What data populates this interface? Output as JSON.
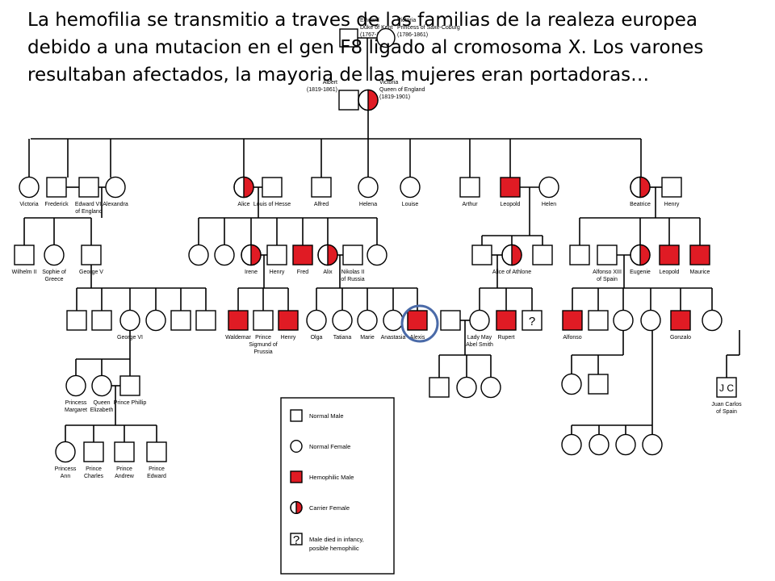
{
  "caption": "La hemofilia se transmitio a traves de las familias de la realeza europea debido a una mutacion en el gen F8 ligado al cromosoma X. Los varones resultaban afectados, la mayoria de las mujeres eran portadoras…",
  "colors": {
    "hemophilic": "#e01b24",
    "line": "#000000",
    "highlight": "#4a6aa8"
  },
  "people": [
    {
      "id": "edward_kent",
      "sex": "male",
      "status": "normal",
      "lines": [
        "Edward",
        "Duke of Kent",
        "(1767-1820)"
      ]
    },
    {
      "id": "victoria_saxe",
      "sex": "female",
      "status": "normal",
      "lines": [
        "Victoria",
        "Princess of Saxe-Coburg",
        "(1786-1861)"
      ]
    },
    {
      "id": "albert",
      "sex": "male",
      "status": "normal",
      "lines": [
        "Albert",
        "(1819-1861)"
      ]
    },
    {
      "id": "queen_victoria",
      "sex": "female",
      "status": "carrier",
      "lines": [
        "Victoria",
        "Queen of England",
        "(1819-1901)"
      ]
    },
    {
      "id": "victoria_g2",
      "sex": "female",
      "status": "normal",
      "lines": [
        "Victoria"
      ]
    },
    {
      "id": "frederick",
      "sex": "male",
      "status": "normal",
      "lines": [
        "Frederick"
      ]
    },
    {
      "id": "edward_vii",
      "sex": "male",
      "status": "normal",
      "lines": [
        "Edward VII",
        "of England"
      ]
    },
    {
      "id": "alexandra",
      "sex": "female",
      "status": "normal",
      "lines": [
        "Alexandra"
      ]
    },
    {
      "id": "alice",
      "sex": "female",
      "status": "carrier",
      "lines": [
        "Alice"
      ]
    },
    {
      "id": "louis_hesse",
      "sex": "male",
      "status": "normal",
      "lines": [
        "Louis of Hesse"
      ]
    },
    {
      "id": "alfred",
      "sex": "male",
      "status": "normal",
      "lines": [
        "Alfred"
      ]
    },
    {
      "id": "helena",
      "sex": "female",
      "status": "normal",
      "lines": [
        "Helena"
      ]
    },
    {
      "id": "louise",
      "sex": "female",
      "status": "normal",
      "lines": [
        "Louise"
      ]
    },
    {
      "id": "arthur",
      "sex": "male",
      "status": "normal",
      "lines": [
        "Arthur"
      ]
    },
    {
      "id": "leopold_g2",
      "sex": "male",
      "status": "hemophilic",
      "lines": [
        "Leopold"
      ]
    },
    {
      "id": "helen",
      "sex": "female",
      "status": "normal",
      "lines": [
        "Helen"
      ]
    },
    {
      "id": "beatrice",
      "sex": "female",
      "status": "carrier",
      "lines": [
        "Beatrice"
      ]
    },
    {
      "id": "henry_g2",
      "sex": "male",
      "status": "normal",
      "lines": [
        "Henry"
      ]
    },
    {
      "id": "wilhelm_ii",
      "sex": "male",
      "status": "normal",
      "lines": [
        "Wilhelm II"
      ]
    },
    {
      "id": "sophie",
      "sex": "female",
      "status": "normal",
      "lines": [
        "Sophie of",
        "Greece"
      ]
    },
    {
      "id": "george_v",
      "sex": "male",
      "status": "normal",
      "lines": [
        "George V"
      ]
    },
    {
      "id": "alice_c1",
      "sex": "female",
      "status": "normal",
      "lines": []
    },
    {
      "id": "alice_c2",
      "sex": "female",
      "status": "normal",
      "lines": []
    },
    {
      "id": "irene",
      "sex": "female",
      "status": "carrier",
      "lines": [
        "Irene"
      ]
    },
    {
      "id": "henry_g3",
      "sex": "male",
      "status": "normal",
      "lines": [
        "Henry"
      ]
    },
    {
      "id": "fred",
      "sex": "male",
      "status": "hemophilic",
      "lines": [
        "Fred"
      ]
    },
    {
      "id": "alix",
      "sex": "female",
      "status": "carrier",
      "lines": [
        "Alix"
      ]
    },
    {
      "id": "nicholas_ii",
      "sex": "male",
      "status": "normal",
      "lines": [
        "Nikolas II",
        "of Russia"
      ]
    },
    {
      "id": "alice_c3",
      "sex": "female",
      "status": "normal",
      "lines": []
    },
    {
      "id": "leo_c1",
      "sex": "male",
      "status": "normal",
      "lines": []
    },
    {
      "id": "alice_athlone",
      "sex": "female",
      "status": "carrier",
      "lines": [
        "Alice of Athlone"
      ]
    },
    {
      "id": "athlone_sp",
      "sex": "male",
      "status": "normal",
      "lines": []
    },
    {
      "id": "bea_c1",
      "sex": "male",
      "status": "normal",
      "lines": []
    },
    {
      "id": "alfonso_xiii",
      "sex": "male",
      "status": "normal",
      "lines": [
        "Alfonso XIII",
        "of Spain"
      ]
    },
    {
      "id": "eugenie",
      "sex": "female",
      "status": "carrier",
      "lines": [
        "Eugenie"
      ]
    },
    {
      "id": "leopold_g3",
      "sex": "male",
      "status": "hemophilic",
      "lines": [
        "Leopold"
      ]
    },
    {
      "id": "maurice",
      "sex": "male",
      "status": "hemophilic",
      "lines": [
        "Maurice"
      ]
    },
    {
      "id": "gv_c1",
      "sex": "male",
      "status": "normal",
      "lines": []
    },
    {
      "id": "gv_c2",
      "sex": "male",
      "status": "normal",
      "lines": []
    },
    {
      "id": "george_vi",
      "sex": "female",
      "status": "normal",
      "lines": [
        "George VI"
      ]
    },
    {
      "id": "gv_c4",
      "sex": "female",
      "status": "normal",
      "lines": []
    },
    {
      "id": "gv_c5",
      "sex": "male",
      "status": "normal",
      "lines": []
    },
    {
      "id": "gv_c6",
      "sex": "male",
      "status": "normal",
      "lines": []
    },
    {
      "id": "gv_c7",
      "sex": "male",
      "status": "normal",
      "lines": []
    },
    {
      "id": "waldemar",
      "sex": "male",
      "status": "hemophilic",
      "lines": [
        "Waldemar"
      ]
    },
    {
      "id": "sigmund",
      "sex": "male",
      "status": "normal",
      "lines": [
        "Prince",
        "Sigmund of",
        "Prussia"
      ]
    },
    {
      "id": "henry_g4",
      "sex": "male",
      "status": "hemophilic",
      "lines": [
        "Henry"
      ]
    },
    {
      "id": "olga",
      "sex": "female",
      "status": "normal",
      "lines": [
        "Olga"
      ]
    },
    {
      "id": "tatiana",
      "sex": "female",
      "status": "normal",
      "lines": [
        "Tatiana"
      ]
    },
    {
      "id": "marie",
      "sex": "female",
      "status": "normal",
      "lines": [
        "Marie"
      ]
    },
    {
      "id": "anastasia",
      "sex": "female",
      "status": "normal",
      "lines": [
        "Anastasia"
      ]
    },
    {
      "id": "alexis",
      "sex": "male",
      "status": "hemophilic",
      "lines": [
        "Alexis"
      ]
    },
    {
      "id": "abel_smith_sp",
      "sex": "male",
      "status": "normal",
      "lines": []
    },
    {
      "id": "lady_may",
      "sex": "female",
      "status": "normal",
      "lines": [
        "Lady May",
        "Abel Smith"
      ]
    },
    {
      "id": "rupert",
      "sex": "male",
      "status": "hemophilic",
      "lines": [
        "Rupert"
      ]
    },
    {
      "id": "unknown_male",
      "sex": "male",
      "status": "unknown",
      "lines": []
    },
    {
      "id": "alfonso",
      "sex": "male",
      "status": "hemophilic",
      "lines": [
        "Alfonso"
      ]
    },
    {
      "id": "sp_c2",
      "sex": "male",
      "status": "normal",
      "lines": []
    },
    {
      "id": "sp_c3",
      "sex": "female",
      "status": "normal",
      "lines": []
    },
    {
      "id": "sp_c4",
      "sex": "female",
      "status": "normal",
      "lines": []
    },
    {
      "id": "gonzalo",
      "sex": "male",
      "status": "hemophilic",
      "lines": [
        "Gonzalo"
      ]
    },
    {
      "id": "sp_c6",
      "sex": "female",
      "status": "normal",
      "lines": []
    },
    {
      "id": "margaret",
      "sex": "female",
      "status": "normal",
      "lines": [
        "Princess",
        "Margaret"
      ]
    },
    {
      "id": "elizabeth",
      "sex": "female",
      "status": "normal",
      "lines": [
        "Queen",
        "Elizabeth"
      ]
    },
    {
      "id": "philip",
      "sex": "male",
      "status": "normal",
      "lines": [
        "Prince Phillip"
      ]
    },
    {
      "id": "ls_c1",
      "sex": "male",
      "status": "normal",
      "lines": []
    },
    {
      "id": "ls_c2",
      "sex": "female",
      "status": "normal",
      "lines": []
    },
    {
      "id": "ls_c3",
      "sex": "female",
      "status": "normal",
      "lines": []
    },
    {
      "id": "sp_g4_c1",
      "sex": "female",
      "status": "normal",
      "lines": []
    },
    {
      "id": "sp_g4_c2",
      "sex": "male",
      "status": "normal",
      "lines": []
    },
    {
      "id": "juan_carlos",
      "sex": "male",
      "status": "normal",
      "lines": [
        "Juan Carlos",
        "of Spain"
      ],
      "mark": "J C"
    },
    {
      "id": "anne",
      "sex": "female",
      "status": "normal",
      "lines": [
        "Princess",
        "Ann"
      ]
    },
    {
      "id": "charles",
      "sex": "male",
      "status": "normal",
      "lines": [
        "Prince",
        "Charles"
      ]
    },
    {
      "id": "andrew",
      "sex": "male",
      "status": "normal",
      "lines": [
        "Prince",
        "Andrew"
      ]
    },
    {
      "id": "edward_g6",
      "sex": "male",
      "status": "normal",
      "lines": [
        "Prince",
        "Edward"
      ]
    },
    {
      "id": "sp_g5_c1",
      "sex": "female",
      "status": "normal",
      "lines": []
    },
    {
      "id": "sp_g5_c2",
      "sex": "female",
      "status": "normal",
      "lines": []
    },
    {
      "id": "sp_g5_c3",
      "sex": "female",
      "status": "normal",
      "lines": []
    },
    {
      "id": "sp_g5_c4",
      "sex": "female",
      "status": "normal",
      "lines": []
    }
  ],
  "legend": {
    "items": [
      {
        "symbol": "normal-male",
        "lines": [
          "Normal Male"
        ]
      },
      {
        "symbol": "normal-female",
        "lines": [
          "Normal Female"
        ]
      },
      {
        "symbol": "hemophilic-male",
        "lines": [
          "Hemophilic Male"
        ]
      },
      {
        "symbol": "carrier-female",
        "lines": [
          "Carrier Female"
        ]
      },
      {
        "symbol": "unknown-male",
        "lines": [
          "Male died in infancy,",
          "posible hemophilic"
        ]
      }
    ]
  }
}
